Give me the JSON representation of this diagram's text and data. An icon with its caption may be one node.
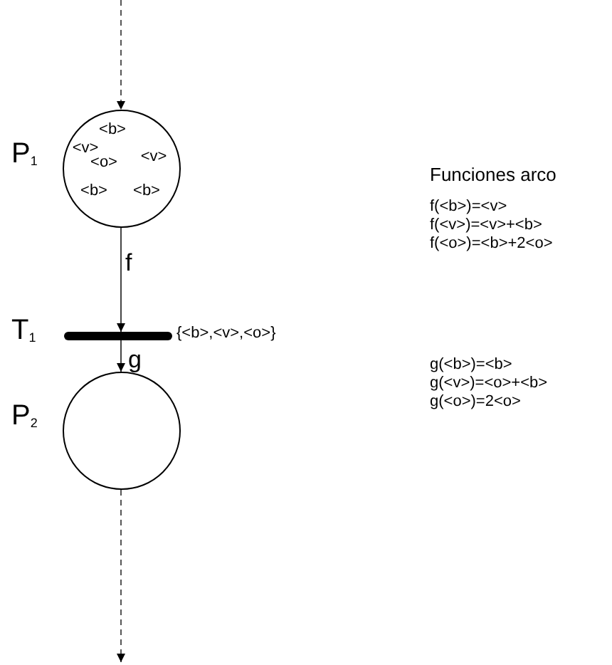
{
  "diagram": {
    "nodes": [
      {
        "text": [
          "<b>",
          "<v>",
          "<o>",
          "<v>",
          "<b>",
          "<b>"
        ],
        "beside": [
          "P$_{1}$"
        ]
      },
      {
        "text": [],
        "shape": "bar",
        "beside": [
          "T$_{1}$",
          "{<b>,<v>,<o>}"
        ]
      },
      {
        "text": [],
        "shape": "circle",
        "beside": [
          "P$_{2}$"
        ]
      }
    ],
    "edges": [
      {
        "from": null,
        "to": 0,
        "arrow": "to",
        "style": "dashed"
      },
      {
        "from": 0,
        "to": 1,
        "arrow": "to",
        "label": "f"
      },
      {
        "from": 1,
        "to": 2,
        "arrow": "to",
        "label": "g"
      },
      {
        "from": 2,
        "to": null,
        "arrow": "to",
        "style": "dashed"
      }
    ],
    "labels": [
      "Funciones arco",
      "f(<b>)=<v>",
      "f(<v>)=<v>+<b>",
      "f(<o>)=<b>+2<o>",
      "g(<b>)=<b>",
      "g(<v>)=<o>+<b>",
      "g(<o>)=2<o>"
    ]
  }
}
